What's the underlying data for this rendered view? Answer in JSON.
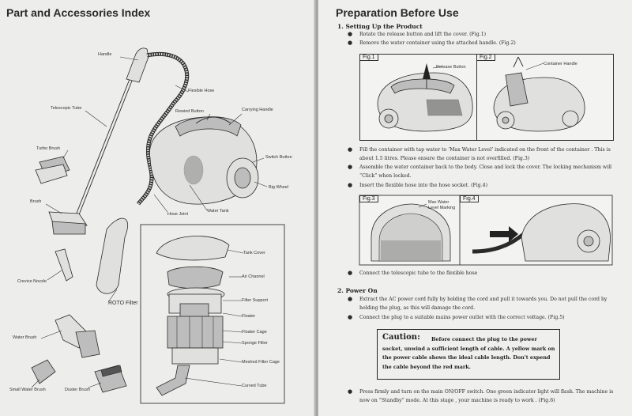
{
  "left_page": {
    "title": "Part and Accessories Index",
    "labels": {
      "handle": "Handle",
      "flexible_hose": "Flexible Hose",
      "telescopic_tube": "Telescopic Tube",
      "rewind_button": "Rewind Button",
      "carrying_handle": "Carrying Handle",
      "turbo_brush": "Turbo Brush",
      "switch_button": "Switch Button",
      "big_wheel": "Big Wheel",
      "brush": "Brush",
      "hose_joint": "Hose Joint",
      "water_tank": "Water Tank",
      "crevice_nozzle": "Crevice Nozzle",
      "roto_filter": "ROTO Filter",
      "water_brush": "Water Brush",
      "small_water_brush": "Small Water Brush",
      "duster_brush": "Duster Brush",
      "tank_cover": "Tank Cover",
      "air_channel": "Air Channel",
      "filter_support": "Filter Support",
      "floater": "Floater",
      "floater_cage": "Floater Cage",
      "sponge_filter": "Sponge Filter",
      "meshed_filter_cage": "Meshed Filter Cage",
      "curved_tube": "Curved Tube"
    }
  },
  "right_page": {
    "title": "Preparation Before Use",
    "section1": "1.  Setting Up the Product",
    "s1_bullets": [
      "Rotate the release button and lift the cover. (Fig.1)",
      "Remove the water container using the attached handle. (Fig.2)"
    ],
    "fig1": {
      "tag": "Fig.1",
      "callout": "Release Button"
    },
    "fig2": {
      "tag": "Fig.2",
      "callout": "Container Handle"
    },
    "s1_bullets2": [
      "Fill the container with tap water to ‘Max Water Level’ indicated on the front of the container . This is about 1.5 litres. Please ensure the container is not overfilled. (Fig.3)",
      "Assemble the water container back to the body. Close and lock the cover. The locking mechanism will “Click” when locked.",
      "Insert the flexible hose into the hose socket. (Fig.4)"
    ],
    "fig3": {
      "tag": "Fig.3",
      "callout": "Max Water Level Marking"
    },
    "fig4": {
      "tag": "Fig.4"
    },
    "s1_bullet3": "Connect the telescopic tube to the flexible hose",
    "section2": "2.  Power On",
    "s2_bullets": [
      "Extract the AC power cord fully by holding the cord and pull it towards you. Do not pull the cord by holding the plug, as this will damage the cord.",
      "Connect the plug to a suitable mains power outlet with the correct voltage. (Fig.5)"
    ],
    "caution": {
      "head": "Caution:",
      "body": "Before connect the plug to the power socket, unwind a sufficient length of cable. A yellow mark on the power cable shows the ideal cable length. Don't expend the cable beyond the red mark."
    },
    "s2_bullet3": "Press firmly and turn on the main ON/OFF switch. One green indicator light will flash. The machine is now on “Standby” mode. At this stage , your machine is ready to work . (Fig.6)"
  }
}
